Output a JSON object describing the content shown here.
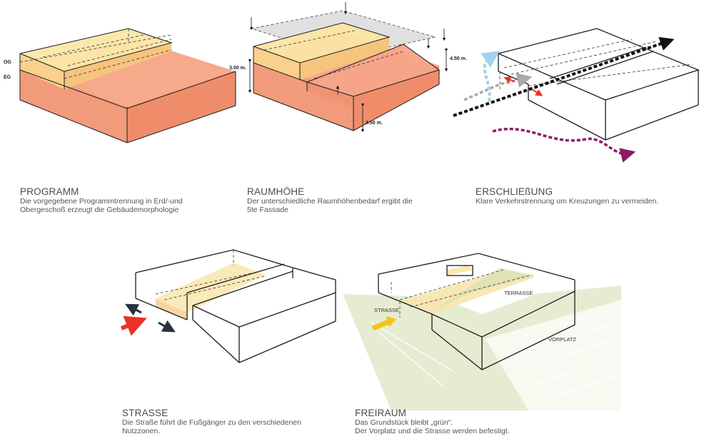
{
  "labels": {
    "og": "OG",
    "eg": "EG",
    "h_300": "3.00 m.",
    "h_450_top": "4.50 m.",
    "h_450_bottom": "4.50 m.",
    "strasse": "STRASSE",
    "terrasse": "TERRASSE",
    "vorplatz": "VORPLATZ"
  },
  "captions": [
    {
      "title": "PROGRAMM",
      "lines": [
        "Die vorgegebene Programmtrennung in Erd/-und",
        "Obergeschoß erzeugt die Gebäudemorphologie"
      ]
    },
    {
      "title": "RAUMHÖHE",
      "lines": [
        "Der unterschiedliche Raumhöhenbedarf ergibt die",
        "5te Fassade"
      ]
    },
    {
      "title": "ERSCHLIEßUNG",
      "lines": [
        "Klare Verkehrstrennung um Kreuzungen zu vermeiden.",
        ""
      ]
    },
    {
      "title": "STRASSE",
      "lines": [
        "Die Straße führt die Fußgänger zu den verschiedenen",
        "Nutzzonen."
      ]
    },
    {
      "title": "FREIRAUM",
      "lines": [
        "Das Grundstück bleibt „grün“.",
        "Der Vorplatz und die Strasse werden befestigt."
      ]
    }
  ],
  "colors": {
    "salmon": "#f4a486",
    "salmon_dark": "#ee8a68",
    "yellow": "#f9e3a0",
    "yellow_dark": "#f6c878",
    "green_field": "#e6eccf",
    "arrow_red": "#e8332a",
    "arrow_blue": "#9fd3ee",
    "arrow_purple": "#8e1a63",
    "arrow_navy": "#27313f",
    "arrow_yellow": "#f5c21b"
  }
}
